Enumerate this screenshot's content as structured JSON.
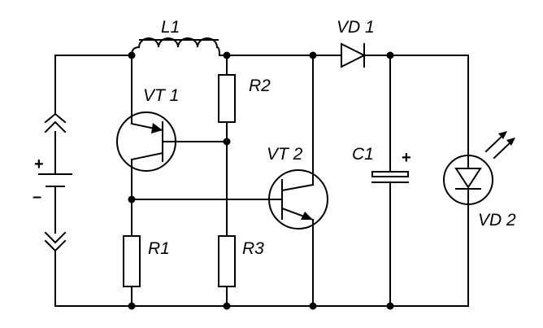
{
  "labels": {
    "l1": "L1",
    "r2": "R2",
    "vt1": "VT 1",
    "vt2": "VT 2",
    "vd1": "VD 1",
    "c1": "C1",
    "vd2": "VD 2",
    "r1": "R1",
    "r3": "R3"
  },
  "symbols": {
    "battery_plus": "+",
    "battery_minus": "–",
    "capacitor_plus": "+"
  }
}
